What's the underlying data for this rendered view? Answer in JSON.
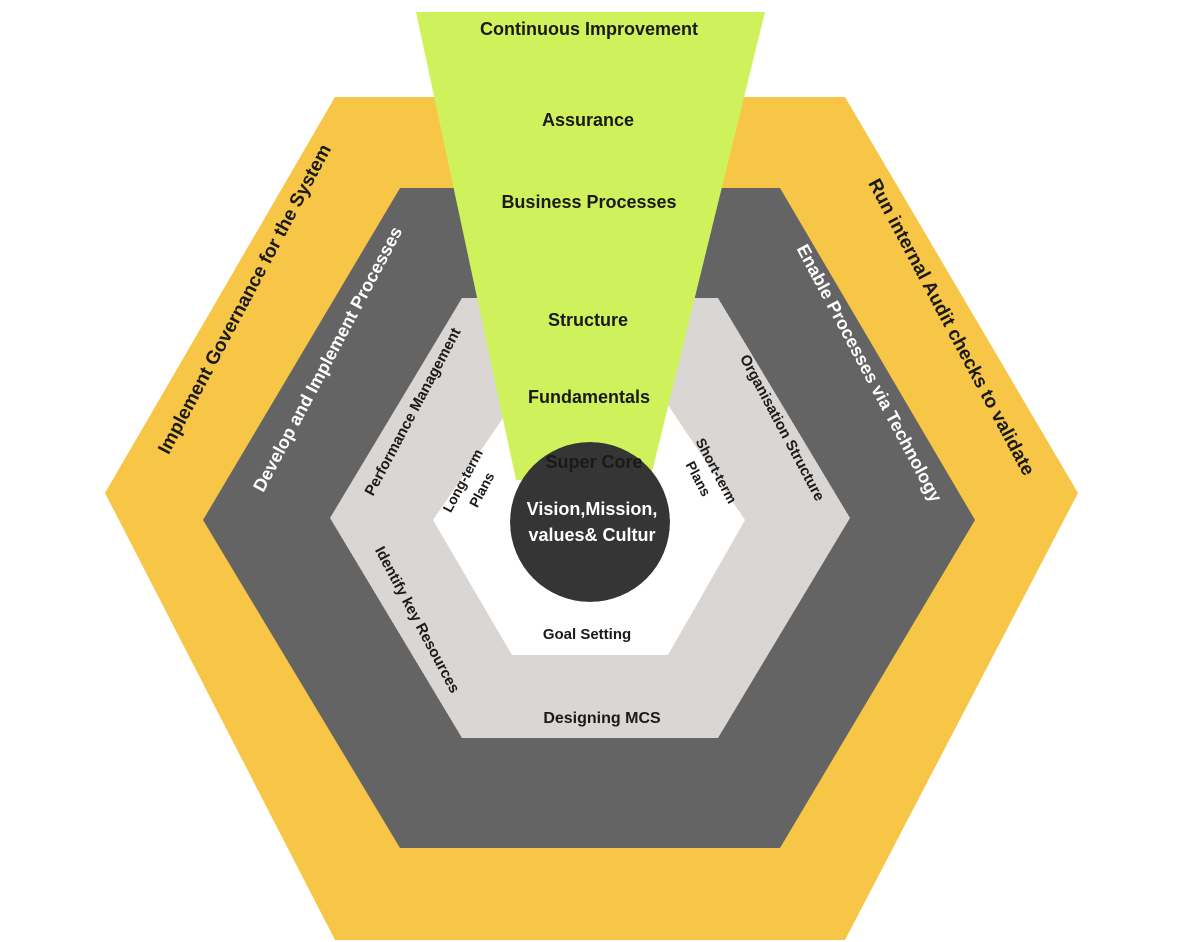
{
  "colors": {
    "outer": "#f8c646",
    "dark": "#646464",
    "light": "#d9d6d3",
    "inner": "#ffffff",
    "funnel": "#cff25c",
    "core": "#353535",
    "text_dark": "#1a1a1a",
    "text_light": "#ffffff"
  },
  "outer_ring": {
    "left": "Implement Governance for the System",
    "right": "Run internal Audit checks to validate"
  },
  "dark_ring": {
    "left": "Develop and Implement Processes",
    "right": "Enable Processes via Technology"
  },
  "light_ring": {
    "top_left": "Performance Management",
    "top_right": "Organisation Structure",
    "bottom_left": "Identify key Resources",
    "bottom": "Designing MCS"
  },
  "inner_ring": {
    "left_line1": "Long-term",
    "left_line2": "Plans",
    "right_line1": "Short-term",
    "right_line2": "Plans",
    "bottom": "Goal Setting"
  },
  "core": {
    "line1": "Vision,Mission,",
    "line2": "values& Cultur"
  },
  "funnel_levels": [
    "Continuous Improvement",
    "Assurance",
    "Business Processes",
    "Structure",
    "Fundamentals",
    "Super Core"
  ]
}
